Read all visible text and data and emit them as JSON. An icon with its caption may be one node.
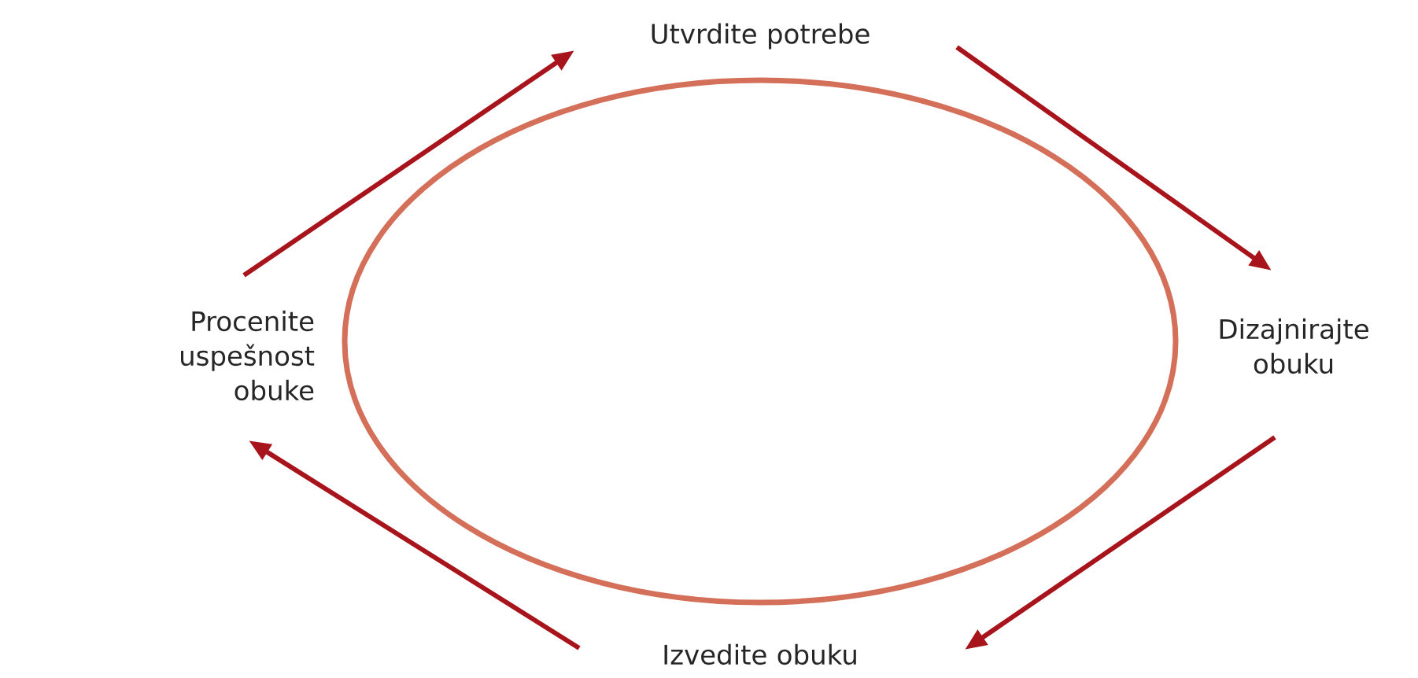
{
  "diagram": {
    "nodes": [
      {
        "text": [
          "Utvrdite potrebe"
        ]
      },
      {
        "text": [
          "Dizajnirajte obuku"
        ]
      },
      {
        "text": [
          "Izvedite obuku"
        ]
      },
      {
        "text": [
          "Procenite uspešnost obuke"
        ]
      }
    ],
    "edges": [
      {
        "from": 0,
        "to": 1,
        "arrow": "to",
        "color": "#a8141c"
      },
      {
        "from": 1,
        "to": 2,
        "arrow": "to",
        "color": "#a8141c"
      },
      {
        "from": 2,
        "to": 3,
        "arrow": "to",
        "color": "#a8141c"
      },
      {
        "from": 3,
        "to": 0,
        "arrow": "to",
        "color": "#a8141c"
      }
    ]
  }
}
